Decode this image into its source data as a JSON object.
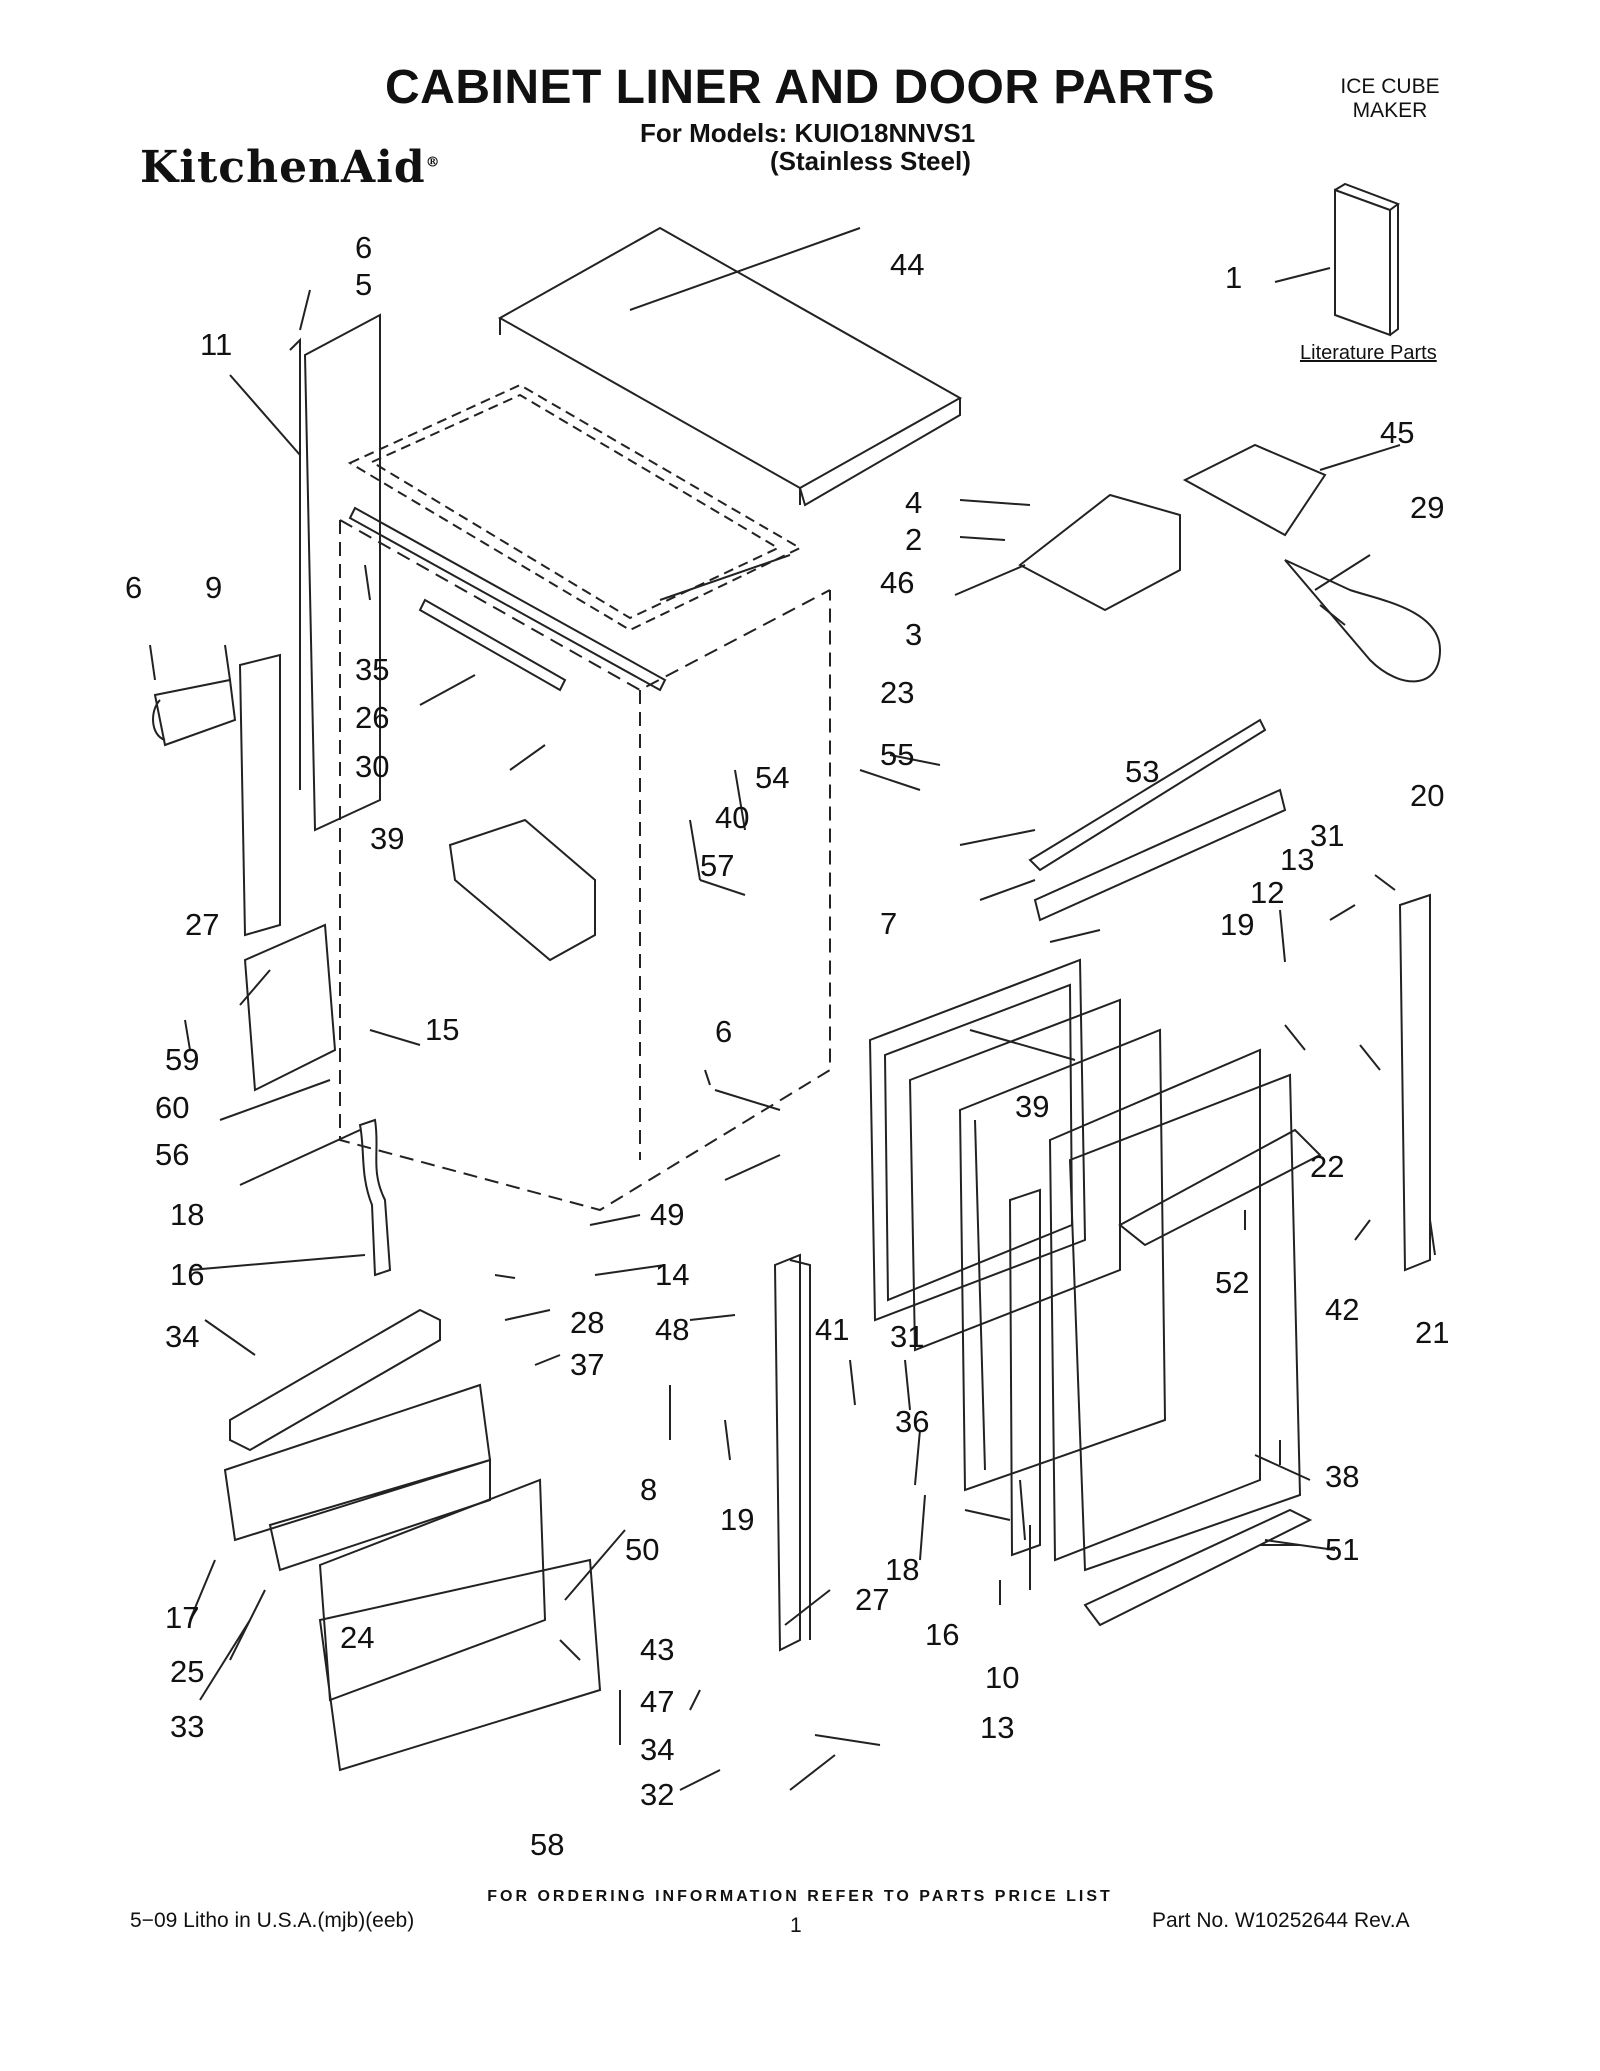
{
  "header": {
    "title": "CABINET LINER AND DOOR PARTS",
    "models_line": "For Models: KUIO18NNVS1",
    "finish_line": "(Stainless Steel)",
    "brand": "KitchenAid",
    "brand_mark": "®",
    "category_line1": "ICE CUBE",
    "category_line2": "MAKER"
  },
  "literature_label": "Literature Parts",
  "footer": {
    "ordering": "FOR ORDERING INFORMATION REFER TO PARTS PRICE LIST",
    "litho": "5−09 Litho in U.S.A.(mjb)(eeb)",
    "page_number": "1",
    "part_number": "Part No. W10252644 Rev.A"
  },
  "callouts": [
    "6",
    "5",
    "11",
    "44",
    "1",
    "45",
    "4",
    "2",
    "3",
    "29",
    "46",
    "6",
    "9",
    "35",
    "26",
    "23",
    "30",
    "55",
    "54",
    "53",
    "39",
    "40",
    "57",
    "20",
    "31",
    "13",
    "12",
    "19",
    "7",
    "27",
    "59",
    "15",
    "6",
    "60",
    "39",
    "22",
    "56",
    "18",
    "49",
    "14",
    "52",
    "42",
    "21",
    "16",
    "34",
    "28",
    "37",
    "48",
    "41",
    "31",
    "36",
    "8",
    "19",
    "18",
    "38",
    "50",
    "51",
    "27",
    "16",
    "10",
    "24",
    "17",
    "25",
    "43",
    "47",
    "34",
    "13",
    "33",
    "32",
    "58",
    "48"
  ]
}
